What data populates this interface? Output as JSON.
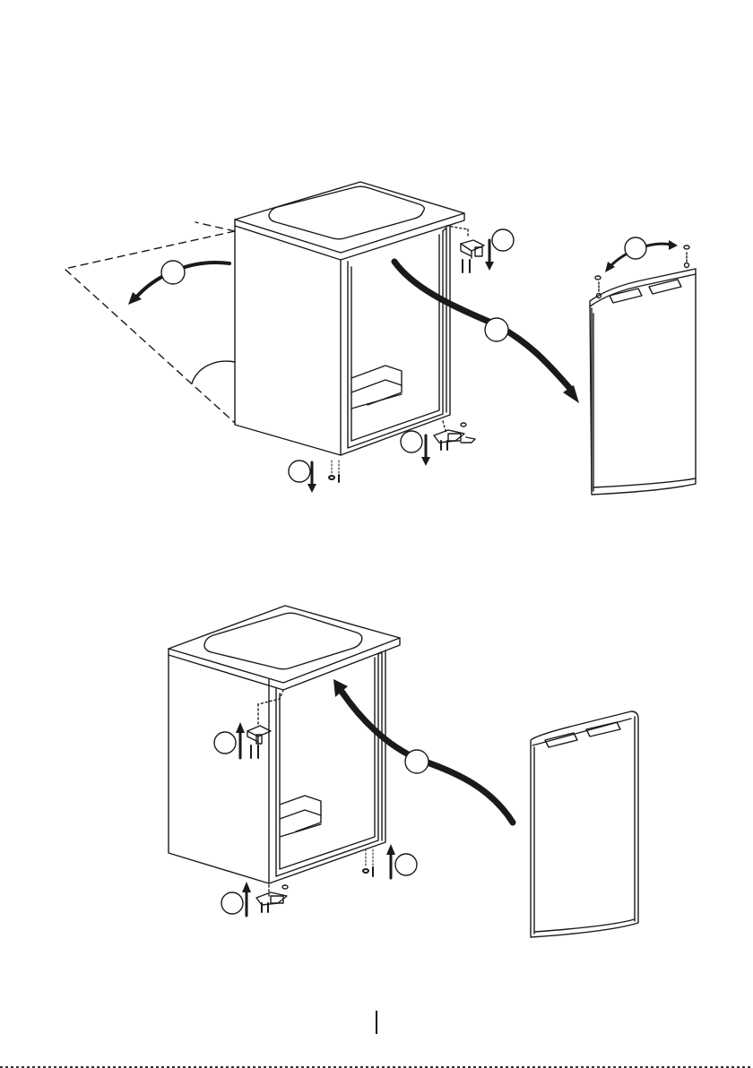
{
  "figure": {
    "description_visible": "",
    "colors": {
      "line": "#1a1a1a",
      "paper": "#ffffff"
    }
  },
  "step_markers": [
    {
      "id": "door-remove-arrow-marker",
      "label": ""
    },
    {
      "id": "door-swing-marker",
      "label": ""
    },
    {
      "id": "upper-hinge-down-marker",
      "label": ""
    },
    {
      "id": "top-cap-marker",
      "label": ""
    },
    {
      "id": "lower-hinge-right-marker",
      "label": ""
    },
    {
      "id": "lower-left-screw-marker",
      "label": ""
    },
    {
      "id": "reinstall-door-marker",
      "label": ""
    },
    {
      "id": "upper-hinge-up-marker",
      "label": ""
    },
    {
      "id": "lower-hinge-left-marker",
      "label": ""
    },
    {
      "id": "lower-right-screw-marker",
      "label": ""
    }
  ],
  "icons": [
    "curved-arrow-icon",
    "hinge-icon",
    "screw-icon",
    "step-circle-icon"
  ]
}
